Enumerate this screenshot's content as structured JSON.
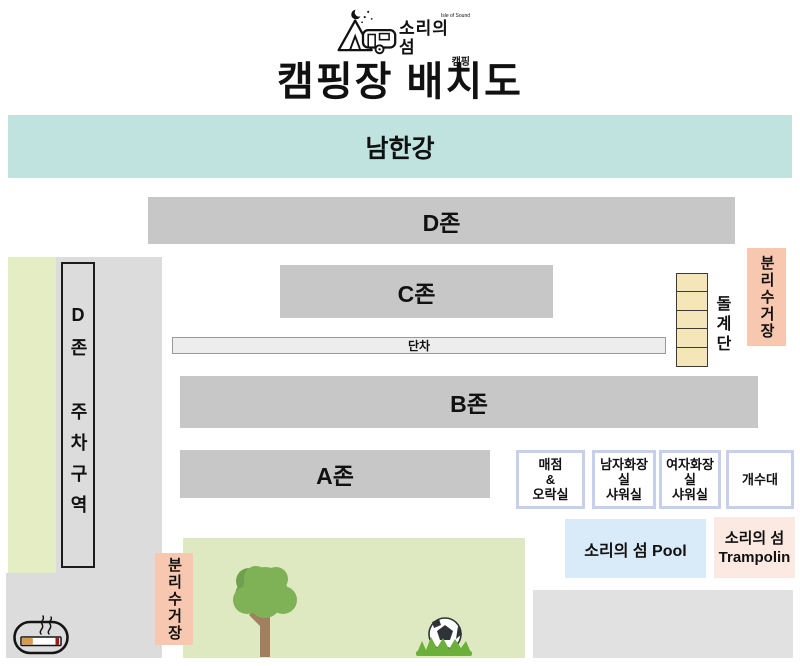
{
  "logo": {
    "tagline_en": "Isle of Sound",
    "brand": "소리의 섬",
    "brand_sub": "캠핑"
  },
  "title": "캠핑장 배치도",
  "river": {
    "label": "남한강",
    "color": "#c0e3e0"
  },
  "zones": {
    "d": {
      "label": "D존"
    },
    "c": {
      "label": "C존"
    },
    "b": {
      "label": "B존"
    },
    "a": {
      "label": "A존"
    }
  },
  "step_bar": {
    "label": "단차"
  },
  "stairs": {
    "label": "돌계단",
    "step_count": 5
  },
  "recycling_right": {
    "label": "분리수거장"
  },
  "recycling_left": {
    "label": "분리수거장"
  },
  "parking": {
    "label": "D존 주차구역"
  },
  "facilities": [
    {
      "label": "매점\n&\n오락실"
    },
    {
      "label": "남자화장실\n샤워실"
    },
    {
      "label": "여자화장실\n샤워실"
    },
    {
      "label": "개수대"
    }
  ],
  "pool": {
    "label": "소리의 섬 Pool",
    "color": "#d9eaf8"
  },
  "trampoline": {
    "label": "소리의 섬\nTrampolin",
    "color": "#fce9e1"
  },
  "icons": {
    "camp_logo": "tent-and-camper-logo",
    "tree": "tree-icon",
    "soccer": "soccer-ball-icon",
    "smoking": "smoking-area-icon"
  },
  "colors": {
    "zone_gray": "#c7c7c7",
    "column_gray": "#dcdcdc",
    "field_green": "#dfe9c1",
    "strip_green": "#e5edc5",
    "salmon": "#f8c7b0",
    "stair_cream": "#f5e6ba",
    "facility_border": "#c8cfec"
  }
}
